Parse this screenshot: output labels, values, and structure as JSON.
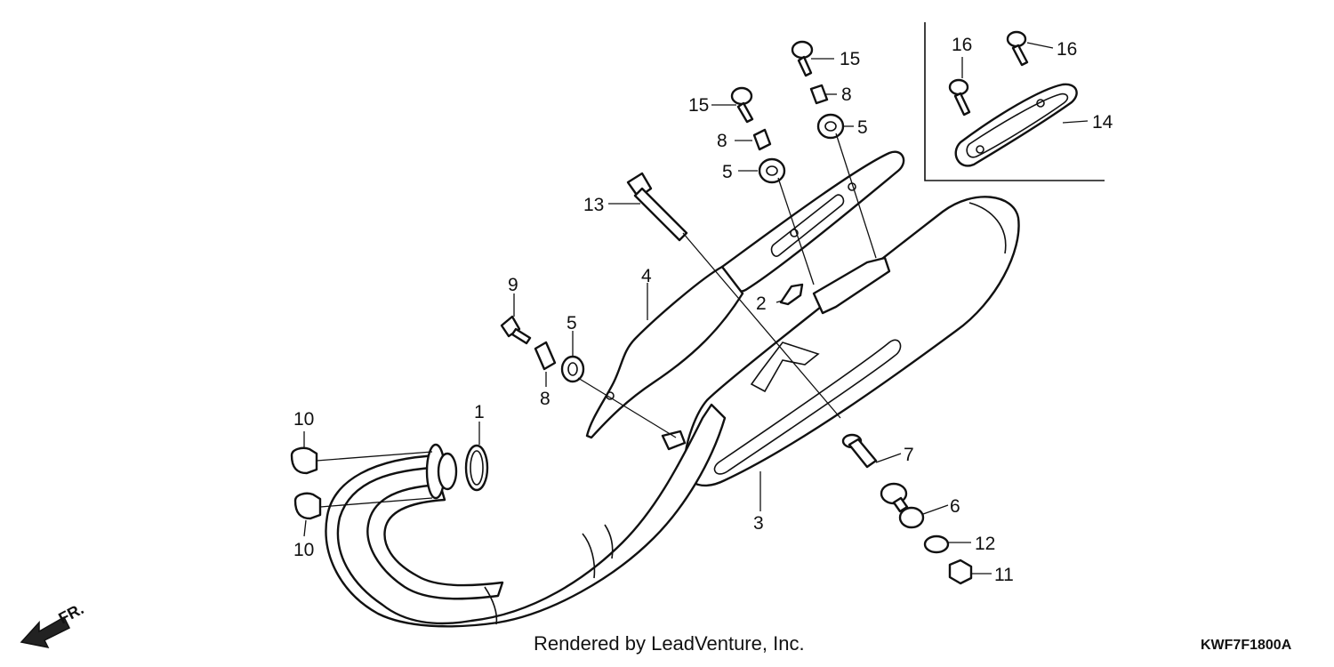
{
  "diagram": {
    "credit": "Rendered by LeadVenture, Inc.",
    "code": "KWF7F1800A",
    "direction": "FR.",
    "callouts": {
      "c1": "1",
      "c2": "2",
      "c3": "3",
      "c4": "4",
      "c5a": "5",
      "c5b": "5",
      "c5c": "5",
      "c6": "6",
      "c7": "7",
      "c8a": "8",
      "c8b": "8",
      "c8c": "8",
      "c9": "9",
      "c10a": "10",
      "c10b": "10",
      "c11": "11",
      "c12": "12",
      "c13": "13",
      "c14": "14",
      "c15a": "15",
      "c15b": "15",
      "c16a": "16",
      "c16b": "16"
    }
  }
}
